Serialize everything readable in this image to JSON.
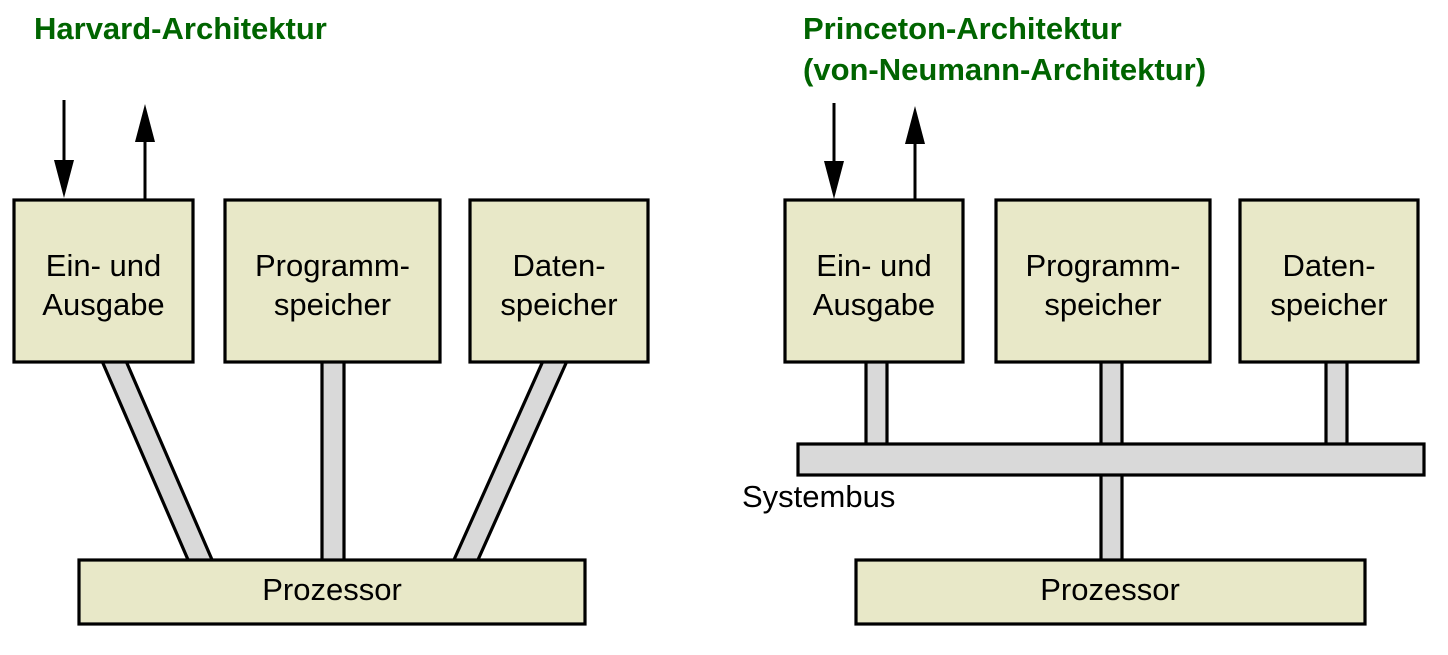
{
  "diagram": {
    "background_color": "#ffffff",
    "title_color": "#006400",
    "box_fill_color": "#e8e8c8",
    "bus_fill_color": "#d9d9d9",
    "line_color": "#000000",
    "left": {
      "title": "Harvard-Architektur",
      "boxes": [
        {
          "id": "ein-und-ausgabe",
          "line1": "Ein- und",
          "line2": "Ausgabe"
        },
        {
          "id": "programmspeicher",
          "line1": "Programm-",
          "line2": "speicher"
        },
        {
          "id": "datenspeicher",
          "line1": "Daten-",
          "line2": "speicher"
        }
      ],
      "processor": "Prozessor",
      "arrows": [
        {
          "id": "input-arrow",
          "direction": "down"
        },
        {
          "id": "output-arrow",
          "direction": "up"
        }
      ],
      "bus_label": ""
    },
    "right": {
      "title_line1": "Princeton-Architektur",
      "title_line2": "(von-Neumann-Architektur)",
      "boxes": [
        {
          "id": "ein-und-ausgabe",
          "line1": "Ein- und",
          "line2": "Ausgabe"
        },
        {
          "id": "programmspeicher",
          "line1": "Programm-",
          "line2": "speicher"
        },
        {
          "id": "datenspeicher",
          "line1": "Daten-",
          "line2": "speicher"
        }
      ],
      "processor": "Prozessor",
      "arrows": [
        {
          "id": "input-arrow",
          "direction": "down"
        },
        {
          "id": "output-arrow",
          "direction": "up"
        }
      ],
      "bus_label": "Systembus"
    }
  }
}
